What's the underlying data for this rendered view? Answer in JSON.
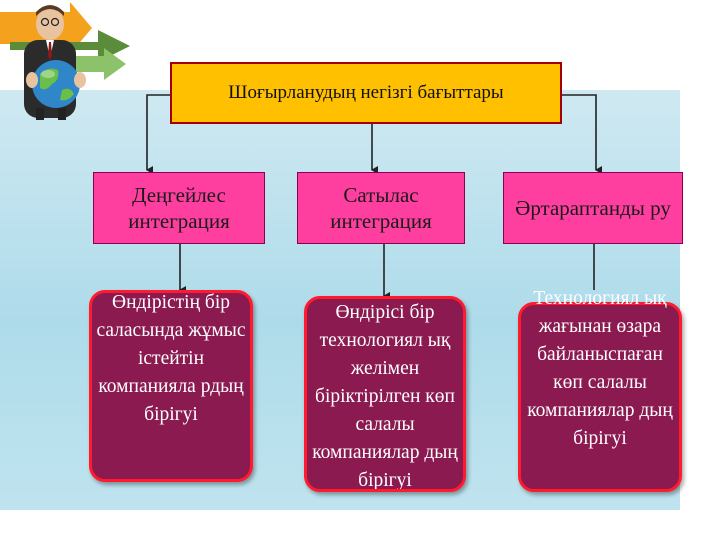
{
  "diagram": {
    "title": "Шоғырланудың негізгі бағыттары",
    "categories": [
      {
        "label": "Деңгейлес интеграция",
        "description": "Өндірістің бір саласында жұмыс істейтін компанияла рдың бірігуі"
      },
      {
        "label": "Сатылас интеграция",
        "description": "Өндірісі бір технологиял ық желімен біріктірілген көп салалы компаниялар дың бірігуі"
      },
      {
        "label": "Әртараптанды ру",
        "description": "Технологиял ық жағынан өзара байланыспаған көп салалы компаниялар дың бірігуі"
      }
    ]
  },
  "colors": {
    "title_fill": "#ffc000",
    "title_border": "#a00000",
    "category_fill": "#ff3fa0",
    "description_fill": "#8b1a50",
    "description_border": "#ff1b2d",
    "background": "#aedbea"
  },
  "decor": {
    "icon": "businessman-with-globe-icon"
  }
}
